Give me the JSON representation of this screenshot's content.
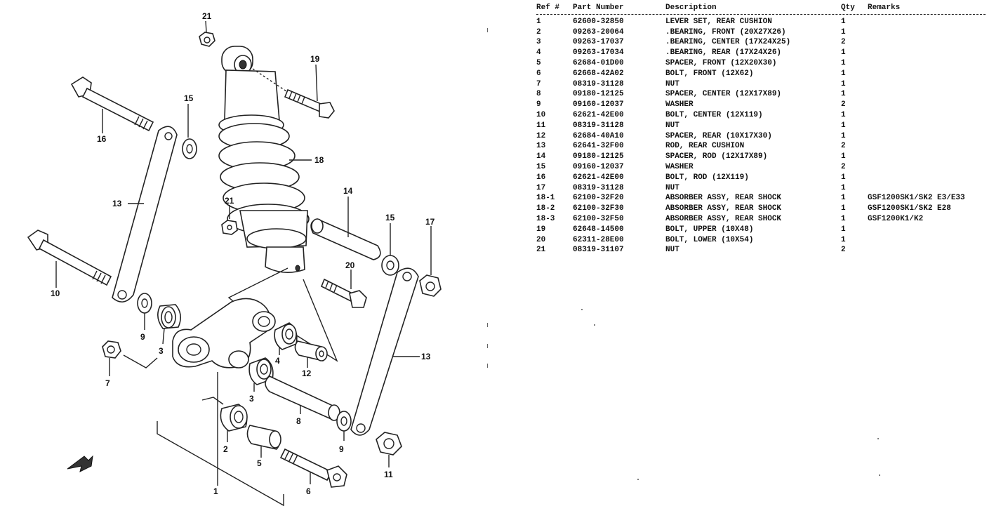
{
  "table": {
    "headers": {
      "ref": "Ref #",
      "part": "Part Number",
      "desc": "Description",
      "qty": "Qty",
      "remarks": "Remarks"
    },
    "rows": [
      {
        "ref": "1",
        "part": "62600-32850",
        "desc": "LEVER SET, REAR CUSHION",
        "qty": "1",
        "remarks": ""
      },
      {
        "ref": "2",
        "part": "09263-20064",
        "desc": ".BEARING, FRONT (20X27X26)",
        "qty": "1",
        "remarks": ""
      },
      {
        "ref": "3",
        "part": "09263-17037",
        "desc": ".BEARING, CENTER (17X24X25)",
        "qty": "2",
        "remarks": ""
      },
      {
        "ref": "4",
        "part": "09263-17034",
        "desc": ".BEARING, REAR (17X24X26)",
        "qty": "1",
        "remarks": ""
      },
      {
        "ref": "5",
        "part": "62684-01D00",
        "desc": "SPACER, FRONT (12X20X30)",
        "qty": "1",
        "remarks": ""
      },
      {
        "ref": "6",
        "part": "62668-42A02",
        "desc": "BOLT, FRONT (12X62)",
        "qty": "1",
        "remarks": ""
      },
      {
        "ref": "7",
        "part": "08319-31128",
        "desc": "NUT",
        "qty": "1",
        "remarks": ""
      },
      {
        "ref": "8",
        "part": "09180-12125",
        "desc": "SPACER, CENTER (12X17X89)",
        "qty": "1",
        "remarks": ""
      },
      {
        "ref": "9",
        "part": "09160-12037",
        "desc": "WASHER",
        "qty": "2",
        "remarks": ""
      },
      {
        "ref": "10",
        "part": "62621-42E00",
        "desc": "BOLT, CENTER (12X119)",
        "qty": "1",
        "remarks": ""
      },
      {
        "ref": "11",
        "part": "08319-31128",
        "desc": "NUT",
        "qty": "1",
        "remarks": ""
      },
      {
        "ref": "12",
        "part": "62684-40A10",
        "desc": "SPACER, REAR (10X17X30)",
        "qty": "1",
        "remarks": ""
      },
      {
        "ref": "13",
        "part": "62641-32F00",
        "desc": "ROD, REAR CUSHION",
        "qty": "2",
        "remarks": ""
      },
      {
        "ref": "14",
        "part": "09180-12125",
        "desc": "SPACER, ROD (12X17X89)",
        "qty": "1",
        "remarks": ""
      },
      {
        "ref": "15",
        "part": "09160-12037",
        "desc": "WASHER",
        "qty": "2",
        "remarks": ""
      },
      {
        "ref": "16",
        "part": "62621-42E00",
        "desc": "BOLT, ROD (12X119)",
        "qty": "1",
        "remarks": ""
      },
      {
        "ref": "17",
        "part": "08319-31128",
        "desc": "NUT",
        "qty": "1",
        "remarks": ""
      },
      {
        "ref": "18-1",
        "part": "62100-32F20",
        "desc": "ABSORBER ASSY, REAR SHOCK",
        "qty": "1",
        "remarks": "GSF1200SK1/SK2 E3/E33"
      },
      {
        "ref": "18-2",
        "part": "62100-32F30",
        "desc": "ABSORBER ASSY, REAR SHOCK",
        "qty": "1",
        "remarks": "GSF1200SK1/SK2 E28"
      },
      {
        "ref": "18-3",
        "part": "62100-32F50",
        "desc": "ABSORBER ASSY, REAR SHOCK",
        "qty": "1",
        "remarks": "GSF1200K1/K2"
      },
      {
        "ref": "19",
        "part": "62648-14500",
        "desc": "BOLT, UPPER (10X48)",
        "qty": "1",
        "remarks": ""
      },
      {
        "ref": "20",
        "part": "62311-28E00",
        "desc": "BOLT, LOWER (10X54)",
        "qty": "1",
        "remarks": ""
      },
      {
        "ref": "21",
        "part": "08319-31107",
        "desc": "NUT",
        "qty": "2",
        "remarks": ""
      }
    ]
  },
  "diagram": {
    "callouts": {
      "n1": "1",
      "n2": "2",
      "n3a": "3",
      "n3b": "3",
      "n4": "4",
      "n5": "5",
      "n6": "6",
      "n7": "7",
      "n8": "8",
      "n9a": "9",
      "n9b": "9",
      "n10": "10",
      "n11": "11",
      "n12": "12",
      "n13a": "13",
      "n13b": "13",
      "n14": "14",
      "n15a": "15",
      "n15b": "15",
      "n16": "16",
      "n17": "17",
      "n18": "18",
      "n19": "19",
      "n20": "20",
      "n21a": "21",
      "n21b": "21"
    }
  }
}
